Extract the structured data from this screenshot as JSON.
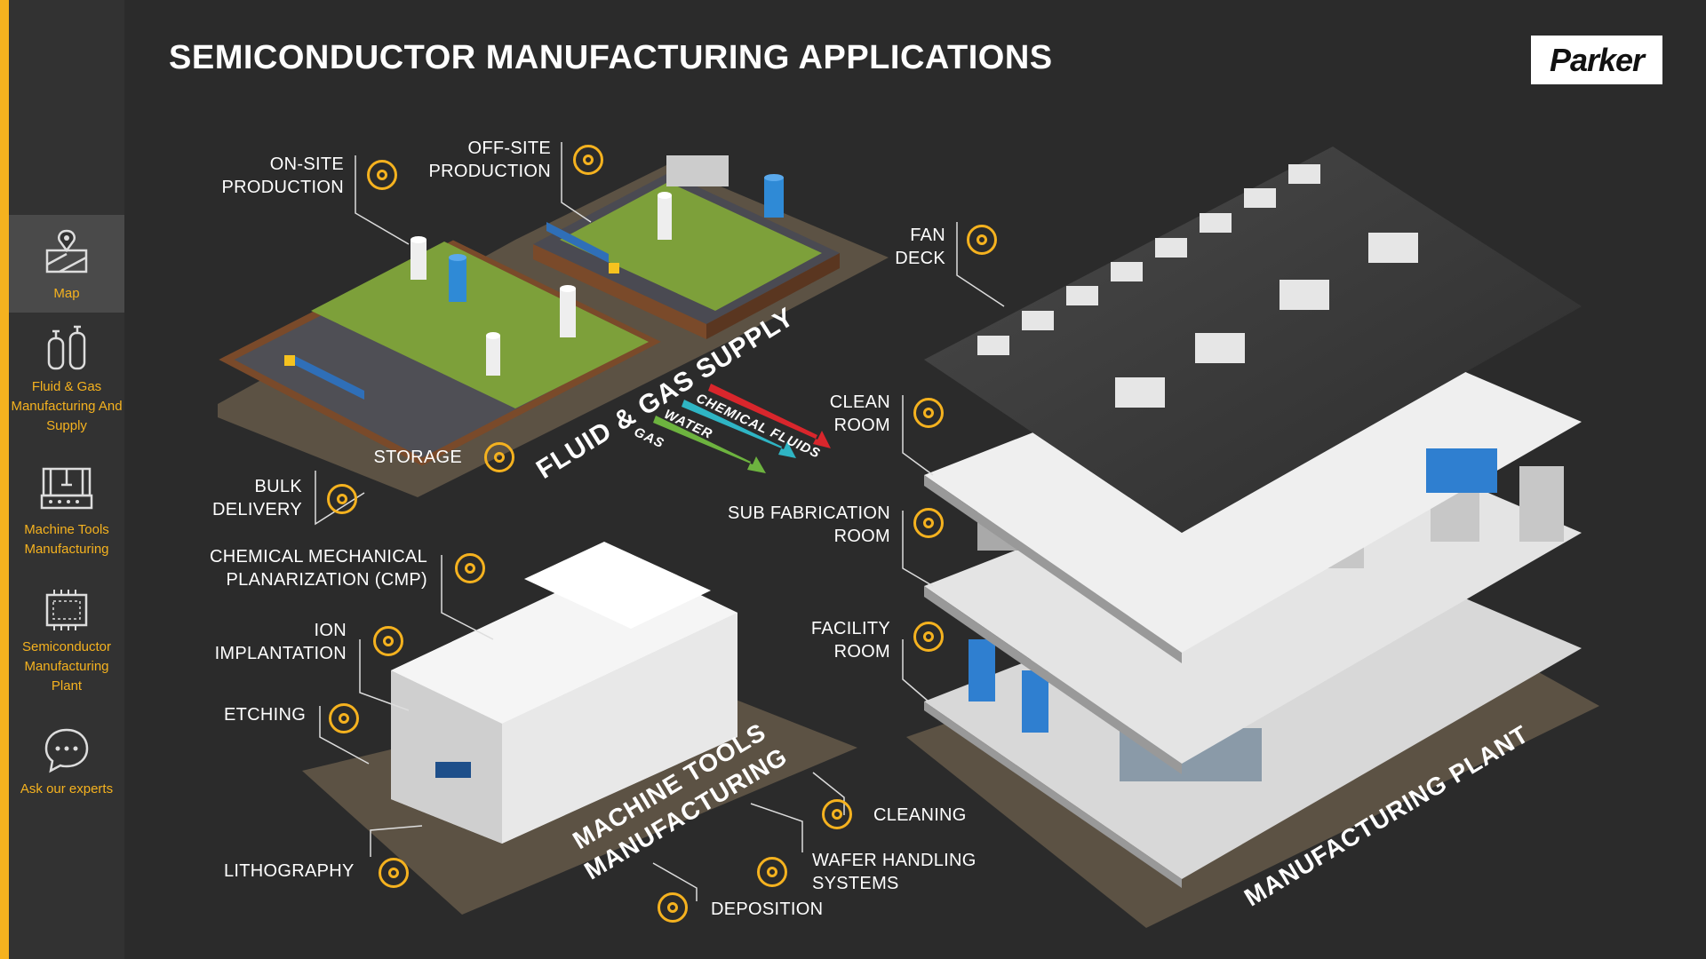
{
  "title": "SEMICONDUCTOR MANUFACTURING APPLICATIONS",
  "logo_text": "Parker",
  "colors": {
    "accent": "#f5b21f",
    "background": "#2b2b2b",
    "sidebar": "#323232",
    "gas_arrow": "#6db33f",
    "water_arrow": "#2fb5c4",
    "chemical_arrow": "#d9262c"
  },
  "sidebar": {
    "items": [
      {
        "label": "Map",
        "icon": "map-icon",
        "active": true
      },
      {
        "label": "Fluid & Gas Manufacturing And Supply",
        "icon": "gas-cylinders-icon",
        "active": false
      },
      {
        "label": "Machine Tools Manufacturing",
        "icon": "machine-tool-icon",
        "active": false
      },
      {
        "label": "Semiconductor Manufacturing Plant",
        "icon": "chip-icon",
        "active": false
      },
      {
        "label": "Ask our experts",
        "icon": "chat-bubble-icon",
        "active": false
      }
    ]
  },
  "areas": {
    "fluid_gas": "FLUID & GAS SUPPLY",
    "machine_tools": "MACHINE TOOLS MANUFACTURING",
    "plant": "MANUFACTURING PLANT"
  },
  "arrows": [
    "CHEMICAL FLUIDS",
    "WATER",
    "GAS"
  ],
  "hotspots": {
    "on_site": "ON-SITE PRODUCTION",
    "off_site": "OFF-SITE PRODUCTION",
    "storage": "STORAGE",
    "bulk_delivery": "BULK DELIVERY",
    "fan_deck": "FAN DECK",
    "clean_room": "CLEAN ROOM",
    "sub_fab": "SUB FABRICATION ROOM",
    "facility_room": "FACILITY ROOM",
    "cmp": "CHEMICAL MECHANICAL PLANARIZATION (CMP)",
    "ion_implantation": "ION IMPLANTATION",
    "etching": "ETCHING",
    "lithography": "LITHOGRAPHY",
    "cleaning": "CLEANING",
    "wafer_handling": "WAFER HANDLING SYSTEMS",
    "deposition": "DEPOSITION"
  }
}
